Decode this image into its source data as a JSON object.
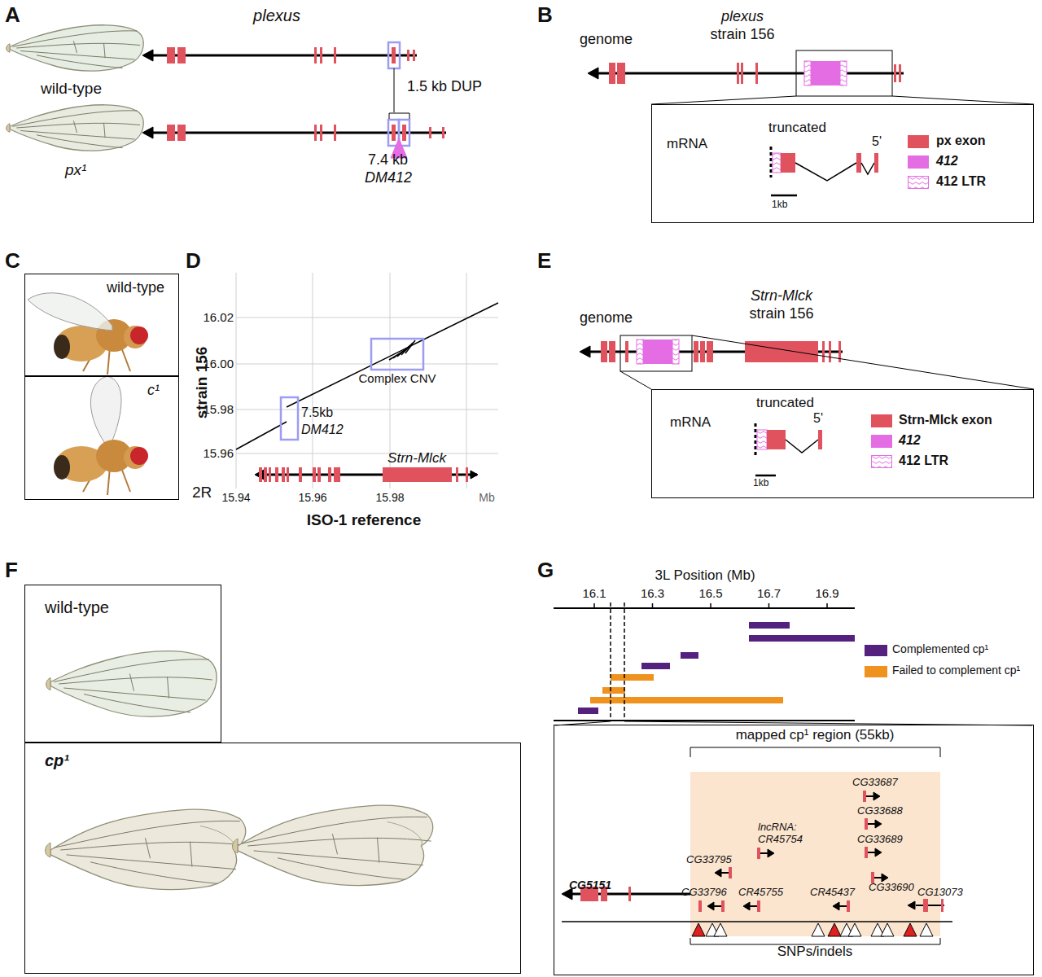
{
  "diagram": {
    "nodes": [
      {
        "text": [
          "mRNA",
          "truncated",
          "5'",
          "1kb"
        ]
      },
      {
        "text": [
          "wild-type"
        ]
      },
      {
        "text": [
          "c¹"
        ]
      },
      {
        "text": [
          "mRNA",
          "truncated",
          "5'",
          "1kb"
        ]
      },
      {
        "text": [
          "wild-type"
        ]
      },
      {
        "text": [
          "cp¹"
        ]
      },
      {
        "text": [
          "mapped cp¹ region (55kb)",
          "CG5151",
          "SNPs/indels"
        ]
      },
      {
        "text": [
          "CG33687",
          "lncRNA: CR45754",
          "CG33688",
          "CG33795",
          "CG33689",
          "CG33796",
          "CR45755",
          "CR45437",
          "CG33690",
          "CG13073"
        ],
        "in": 6
      }
    ],
    "labels": [
      "A",
      "plexus",
      "wild-type",
      "px¹",
      "1.5 kb DUP",
      "7.4 kb",
      "DM412",
      "B",
      "genome",
      "plexus",
      "strain 156",
      "C",
      "D",
      "strain 156",
      "16.02",
      "16.00",
      "15.98",
      "15.96",
      "Complex CNV",
      "7.5kb",
      "DM412",
      "Strn-Mlck",
      "2R",
      "15.94",
      "15.96",
      "15.98",
      "Mb",
      "ISO-1 reference",
      "E",
      "Strn-Mlck",
      "strain 156",
      "genome",
      "F",
      "G",
      "3L Position (Mb)",
      "16.1",
      "16.3",
      "16.5",
      "16.7",
      "16.9"
    ],
    "legend": [
      {
        "text": "px exon",
        "color": "#e0525e"
      },
      {
        "text": "412",
        "color": "#e46de4"
      },
      {
        "text": "412 LTR"
      },
      {
        "text": "Strn-Mlck exon",
        "color": "#e0525e"
      },
      {
        "text": "412",
        "color": "#e46de4"
      },
      {
        "text": "412 LTR"
      },
      {
        "text": "Complemented cp¹",
        "color": "#54217e"
      },
      {
        "text": "Failed to complement cp¹",
        "color": "#f0931e"
      }
    ]
  }
}
